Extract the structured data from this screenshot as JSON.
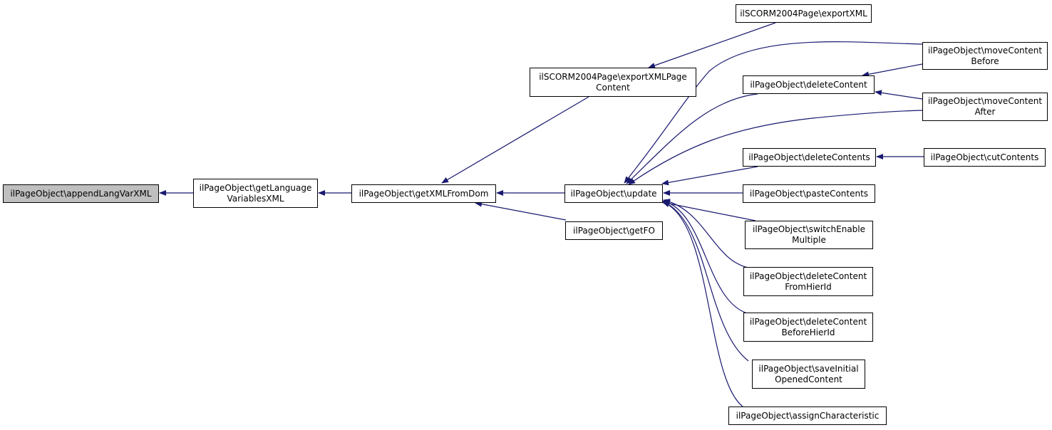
{
  "colors": {
    "edge": "#191970",
    "border": "#000000",
    "node_fill": "#ffffff",
    "root_fill": "#bfbfbf"
  },
  "nodes": {
    "appendLangVarXML": {
      "lines": [
        "ilPageObject\\appendLangVarXML"
      ]
    },
    "getLanguageVariablesXML": {
      "lines": [
        "ilPageObject\\getLanguage",
        "VariablesXML"
      ]
    },
    "getXMLFromDom": {
      "lines": [
        "ilPageObject\\getXMLFromDom"
      ]
    },
    "exportXMLPageContent": {
      "lines": [
        "ilSCORM2004Page\\exportXMLPage",
        "Content"
      ]
    },
    "exportXML": {
      "lines": [
        "ilSCORM2004Page\\exportXML"
      ]
    },
    "update": {
      "lines": [
        "ilPageObject\\update"
      ]
    },
    "getFO": {
      "lines": [
        "ilPageObject\\getFO"
      ]
    },
    "deleteContent": {
      "lines": [
        "ilPageObject\\deleteContent"
      ]
    },
    "moveContentBefore": {
      "lines": [
        "ilPageObject\\moveContent",
        "Before"
      ]
    },
    "moveContentAfter": {
      "lines": [
        "ilPageObject\\moveContent",
        "After"
      ]
    },
    "deleteContents": {
      "lines": [
        "ilPageObject\\deleteContents"
      ]
    },
    "cutContents": {
      "lines": [
        "ilPageObject\\cutContents"
      ]
    },
    "pasteContents": {
      "lines": [
        "ilPageObject\\pasteContents"
      ]
    },
    "switchEnableMultiple": {
      "lines": [
        "ilPageObject\\switchEnable",
        "Multiple"
      ]
    },
    "deleteContentFromHierId": {
      "lines": [
        "ilPageObject\\deleteContent",
        "FromHierId"
      ]
    },
    "deleteContentBeforeHierId": {
      "lines": [
        "ilPageObject\\deleteContent",
        "BeforeHierId"
      ]
    },
    "saveInitialOpenedContent": {
      "lines": [
        "ilPageObject\\saveInitial",
        "OpenedContent"
      ]
    },
    "assignCharacteristic": {
      "lines": [
        "ilPageObject\\assignCharacteristic"
      ]
    }
  }
}
